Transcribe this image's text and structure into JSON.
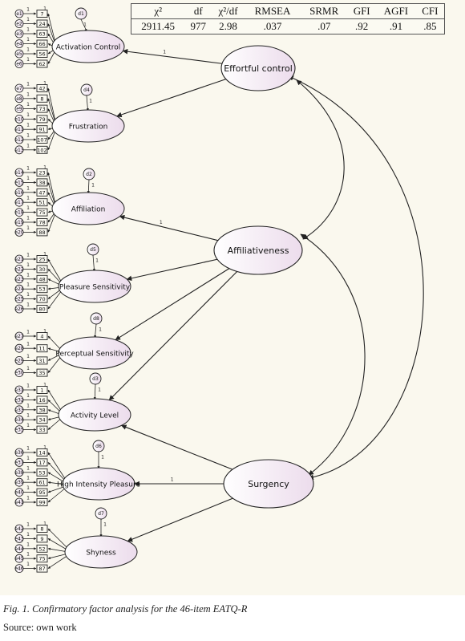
{
  "fit_table": {
    "headers": [
      "χ²",
      "df",
      "χ²/df",
      "RMSEA",
      "SRMR",
      "GFI",
      "AGFI",
      "CFI"
    ],
    "values": [
      "2911.45",
      "977",
      "2.98",
      ".037",
      ".07",
      ".92",
      ".91",
      ".85"
    ]
  },
  "factors": [
    {
      "label": "Effortful control"
    },
    {
      "label": "Affiliativeness"
    },
    {
      "label": "Surgency"
    }
  ],
  "latents": [
    {
      "label": "Activation Control",
      "disturbance": "d1",
      "items": [
        "7",
        "24",
        "63",
        "66",
        "56",
        "62"
      ],
      "errors": [
        "e1",
        "e2",
        "e3",
        "e4",
        "e5",
        "e6"
      ]
    },
    {
      "label": "Frustration",
      "disturbance": "d4",
      "items": [
        "42",
        "8",
        "73",
        "79",
        "91",
        "107",
        "102"
      ],
      "errors": [
        "e7",
        "e8",
        "e9",
        "e10",
        "e11",
        "e12",
        "e13"
      ]
    },
    {
      "label": "Affiliation",
      "disturbance": "d2",
      "items": [
        "23",
        "38",
        "47",
        "51",
        "75",
        "78",
        "88"
      ],
      "errors": [
        "e14",
        "e15",
        "e16",
        "e17",
        "e18",
        "e19",
        "e20"
      ]
    },
    {
      "label": "Pleasure Sensitivity",
      "disturbance": "d5",
      "items": [
        "25",
        "30",
        "48",
        "53",
        "70",
        "80"
      ],
      "errors": [
        "e21",
        "e22",
        "e23",
        "e24",
        "e25",
        "e26"
      ]
    },
    {
      "label": "Perceptual Sensitivity",
      "disturbance": "d8",
      "items": [
        "4",
        "11",
        "31",
        "35"
      ],
      "errors": [
        "e27",
        "e28",
        "e29",
        "e30"
      ]
    },
    {
      "label": "Activity Level",
      "disturbance": "d3",
      "items": [
        "1",
        "16",
        "38",
        "34",
        "33"
      ],
      "errors": [
        "e31",
        "e32",
        "e33",
        "e34",
        "e35"
      ]
    },
    {
      "label": "High Intensity Pleasure",
      "disturbance": "d6",
      "items": [
        "14",
        "17",
        "53",
        "61",
        "95",
        "99"
      ],
      "errors": [
        "e36",
        "e37",
        "e38",
        "e39",
        "e40",
        "e41"
      ]
    },
    {
      "label": "Shyness",
      "disturbance": "d7",
      "items": [
        "8",
        "9",
        "52",
        "75",
        "87"
      ],
      "errors": [
        "e42",
        "e43",
        "e44",
        "e45",
        "e46"
      ]
    }
  ],
  "fixed_loading_label": "1",
  "caption": "Fig. 1. Confirmatory factor analysis for the 46-item EATQ-R",
  "source": "Source: own work",
  "colors": {
    "figure_background": "#faf8ee",
    "ellipse_fill": "#f1e7f1",
    "stroke": "#222222"
  }
}
